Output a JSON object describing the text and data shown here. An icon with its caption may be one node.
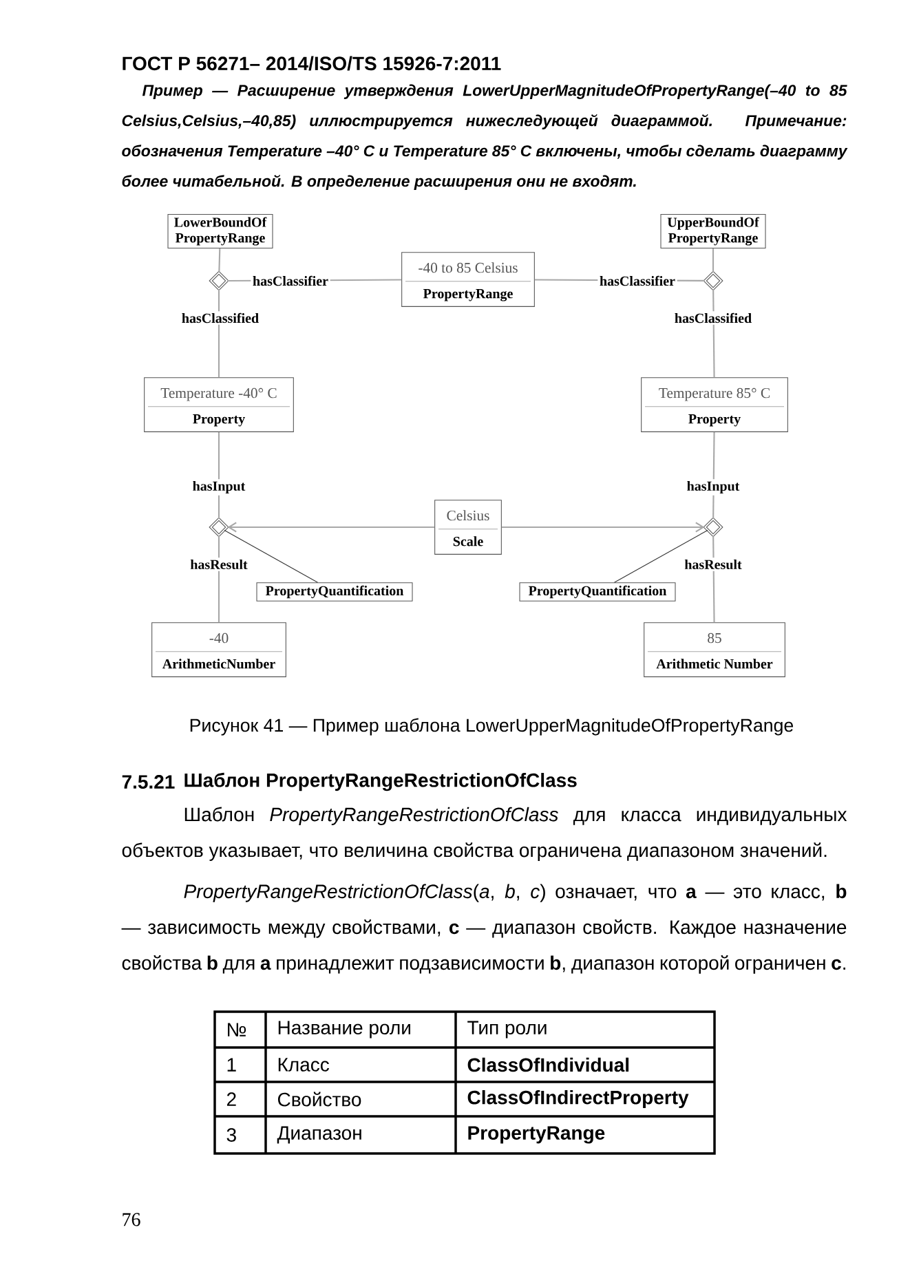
{
  "diagram": {
    "caption": "Рисунок 41 — Пример шаблона LowerUpperMagnitudeOfPropertyRange",
    "nodes": [
      {
        "text": [
          "LowerBoundOf PropertyRange"
        ]
      },
      {
        "text": [],
        "shape": "diamond"
      },
      {
        "text": [
          "-40 to 85 Celsius",
          "PropertyRange"
        ]
      },
      {
        "text": [
          "UpperBoundOf PropertyRange"
        ]
      },
      {
        "text": [],
        "shape": "diamond"
      },
      {
        "text": [
          "Temperature -40° C",
          "Property"
        ]
      },
      {
        "text": [
          "Temperature 85° C",
          "Property"
        ]
      },
      {
        "text": [],
        "shape": "diamond"
      },
      {
        "text": [
          "Celsius",
          "Scale"
        ]
      },
      {
        "text": [],
        "shape": "diamond"
      },
      {
        "text": [
          "PropertyQuantification"
        ]
      },
      {
        "text": [
          "PropertyQuantification"
        ]
      },
      {
        "text": [
          "-40",
          "ArithmeticNumber"
        ]
      },
      {
        "text": [
          "85",
          "Arithmetic Number"
        ]
      }
    ],
    "edges": [
      {
        "from": 0,
        "to": 1,
        "arrow": "none"
      },
      {
        "from": 1,
        "to": 2,
        "arrow": "none",
        "label": "hasClassifier"
      },
      {
        "from": 1,
        "to": 5,
        "arrow": "none",
        "label": "hasClassified"
      },
      {
        "from": 3,
        "to": 4,
        "arrow": "none"
      },
      {
        "from": 4,
        "to": 2,
        "arrow": "none",
        "label": "hasClassifier"
      },
      {
        "from": 4,
        "to": 6,
        "arrow": "none",
        "label": "hasClassified"
      },
      {
        "from": 5,
        "to": 7,
        "arrow": "none",
        "label": "hasInput"
      },
      {
        "from": 8,
        "to": 7,
        "arrow": "to"
      },
      {
        "from": 7,
        "to": 12,
        "arrow": "none",
        "label": "hasResult"
      },
      {
        "from": 10,
        "to": 7,
        "arrow": "none",
        "color": "#333333"
      },
      {
        "from": 6,
        "to": 9,
        "arrow": "none",
        "label": "hasInput"
      },
      {
        "from": 8,
        "to": 9,
        "arrow": "to"
      },
      {
        "from": 9,
        "to": 13,
        "arrow": "none",
        "label": "hasResult"
      },
      {
        "from": 11,
        "to": 9,
        "arrow": "none",
        "color": "#333333"
      }
    ],
    "labels": [
      "ГОСТ Р 56271– 2014/ISO/TS 15926-7:2011",
      "Пример — Расширение утверждения LowerUpperMagnitudeOfPropertyRange(–40 to 85 Celsius,Celsius,–40,85) иллюстрируется нижеследующей диаграммой. Примечание: обозначения Temperature –40° C и Temperature 85° C включены, чтобы сделать диаграмму более читабельной. В определение расширения они не входят.",
      "7.5.21",
      "Шаблон PropertyRangeRestrictionOfClass",
      "Шаблон *PropertyRangeRestrictionOfClass* для класса индивидуальных объектов указывает, что величина свойства ограничена диапазоном значений.",
      "*PropertyRangeRestrictionOfClass*(*a*, *b*, *c*) означает, что **a** — это класс, **b** — зависимость между свойствами, **c** — диапазон свойств. Каждое назначение свойства **b** для **a** принадлежит подзависимости **b**, диапазон которой ограничен **c**.",
      "№",
      "Название роли",
      "Тип роли",
      "1",
      "Класс",
      "ClassOfIndividual",
      "2",
      "Свойство",
      "ClassOfIndirectProperty",
      "3",
      "Диапазон",
      "PropertyRange",
      "76"
    ]
  }
}
